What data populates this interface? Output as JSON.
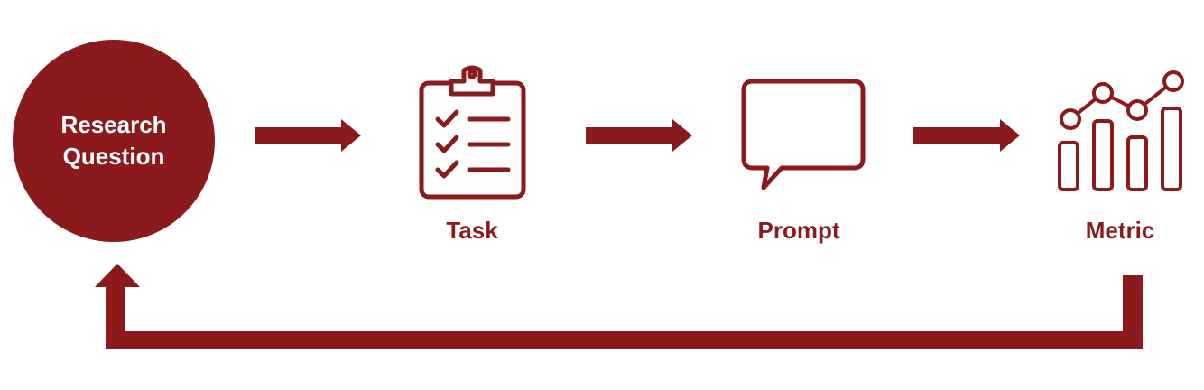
{
  "colors": {
    "accent": "#8b1a1d",
    "background": "#ffffff",
    "circle_text": "#ffffff"
  },
  "nodes": {
    "research_question": {
      "line1": "Research",
      "line2": "Question"
    },
    "task": {
      "label": "Task",
      "icon": "clipboard-checklist-icon"
    },
    "prompt": {
      "label": "Prompt",
      "icon": "speech-bubble-icon"
    },
    "metric": {
      "label": "Metric",
      "icon": "bar-line-chart-icon"
    }
  },
  "edges": [
    {
      "from": "research_question",
      "to": "task"
    },
    {
      "from": "task",
      "to": "prompt"
    },
    {
      "from": "prompt",
      "to": "metric"
    },
    {
      "from": "metric",
      "to": "research_question",
      "kind": "feedback-loop"
    }
  ]
}
